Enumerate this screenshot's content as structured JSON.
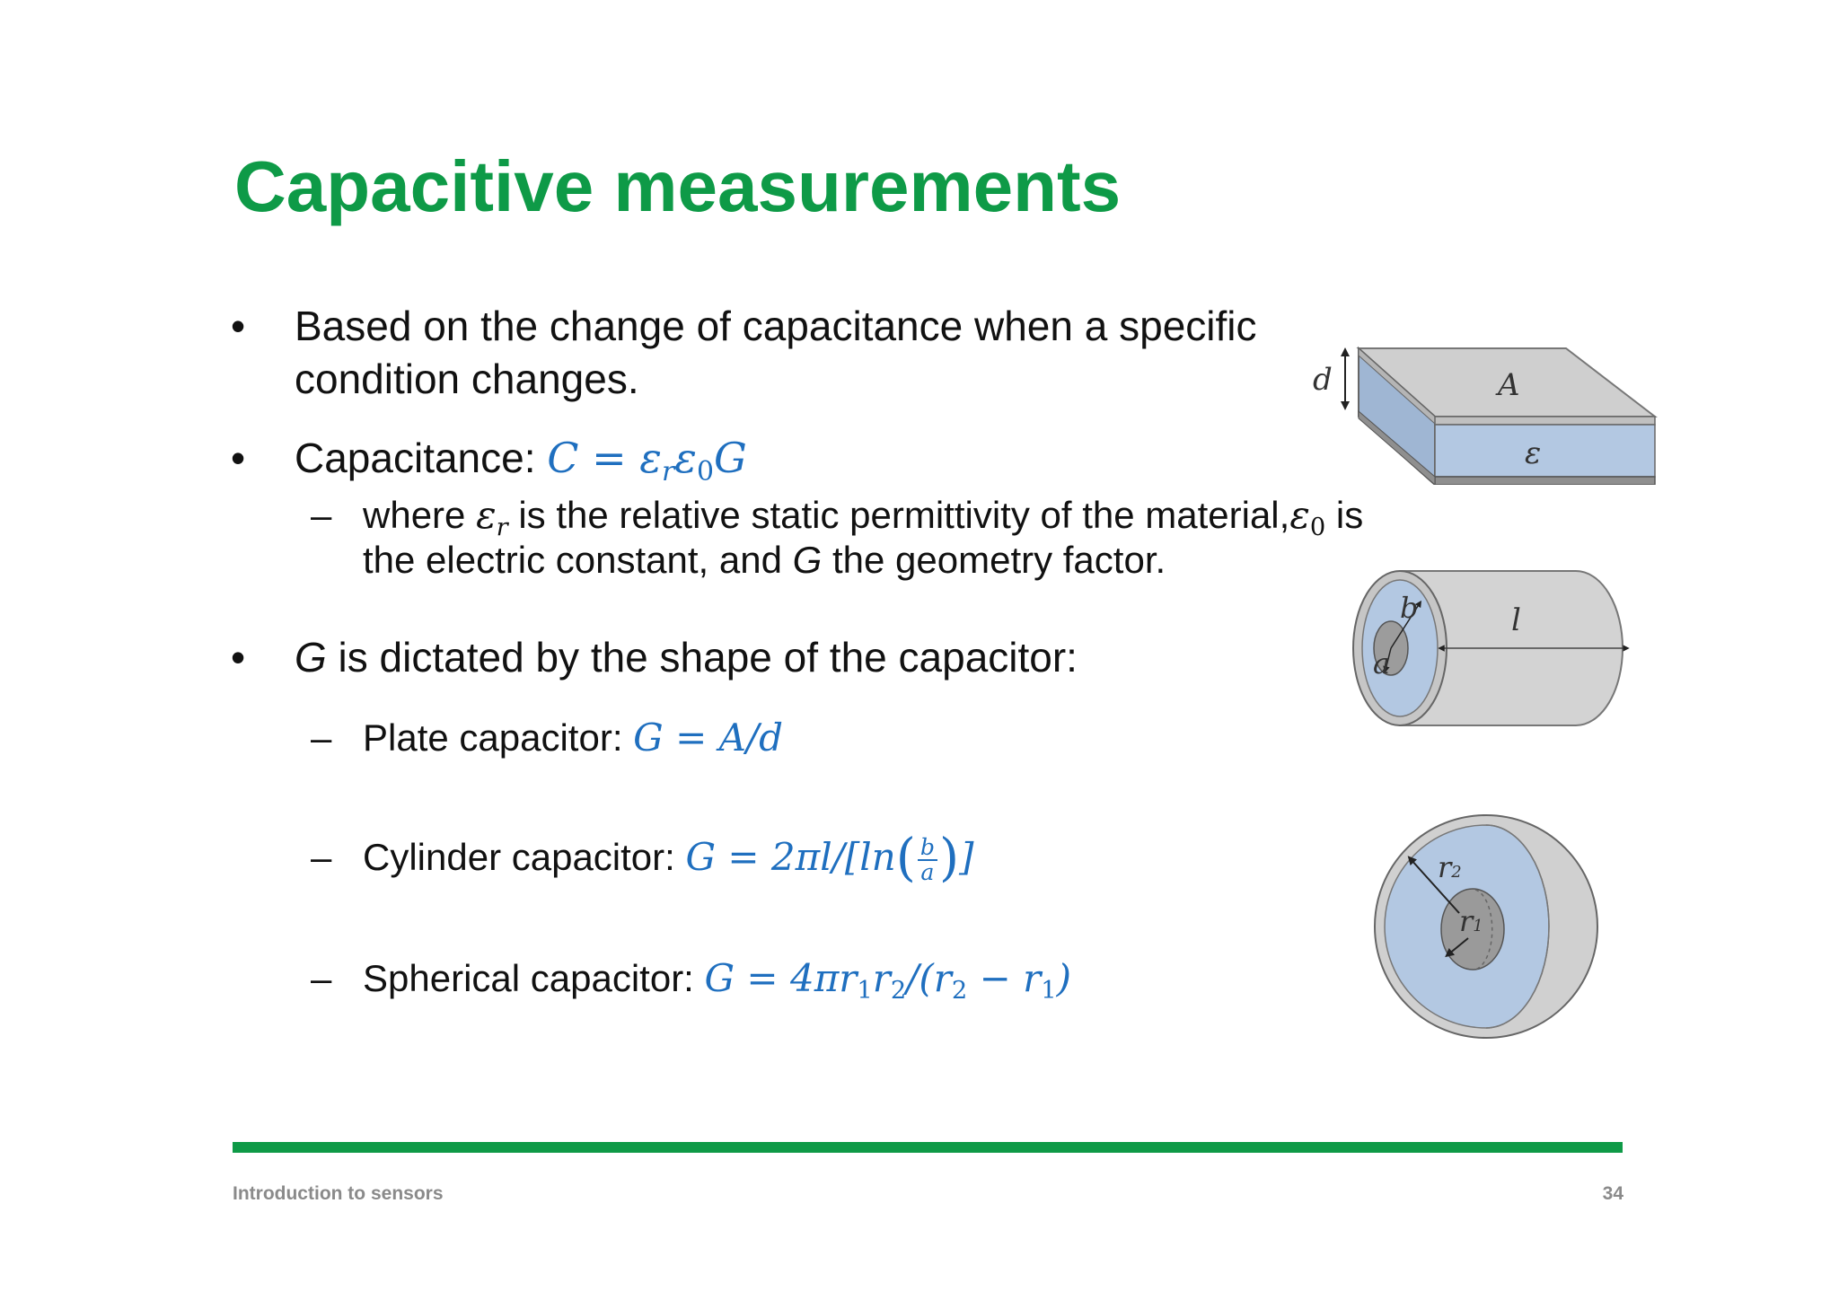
{
  "slide": {
    "title": "Capacitive measurements",
    "bullet_glyph": "•",
    "dash_glyph": "–"
  },
  "bullets": {
    "b1_line1": "Based on the change of capacitance when a specific",
    "b1_line2": "condition changes.",
    "b2_label": "Capacitance: ",
    "b2_formula": {
      "C": "C",
      "eq": " = ",
      "eps": "ε",
      "r": "r",
      "zero": "0",
      "G": "G"
    },
    "b2_sub_line1_a": "where ",
    "b2_sub_line1_b": " is the relative static permittivity of the material,",
    "b2_sub_line1_c": " is",
    "b2_sub_line2_a": "the electric constant, and ",
    "b2_sub_line2_g": "G",
    "b2_sub_line2_b": " the geometry factor.",
    "b3_g": "G",
    "b3_text": " is dictated by the shape of the capacitor:",
    "plate_label": "Plate capacitor: ",
    "plate_formula": "G = A/d",
    "cyl_label": "Cylinder capacitor: ",
    "cyl_formula_a": "G = 2πl/[ln",
    "cyl_num": "b",
    "cyl_den": "a",
    "cyl_formula_b": "]",
    "sph_label": "Spherical capacitor: ",
    "sph_formula": {
      "a": "G = 4πr",
      "one": "1",
      "r": "r",
      "two": "2",
      "b": "/(r",
      "c": " − r",
      "d": ")"
    }
  },
  "figures": {
    "plate": {
      "d": "d",
      "A": "A",
      "eps": "ε"
    },
    "cylinder": {
      "b": "b",
      "a": "a",
      "l": "l"
    },
    "sphere": {
      "r2": "r",
      "r2_sub": "2",
      "r1": "r",
      "r1_sub": "1"
    }
  },
  "footer": {
    "left": "Introduction to sensors",
    "page": "34"
  },
  "colors": {
    "title_green": "#0e9a47",
    "formula_blue": "#1f6fbf",
    "dielectric_blue": "#b3c8e2",
    "metal_gray": "#d0d0d0"
  }
}
